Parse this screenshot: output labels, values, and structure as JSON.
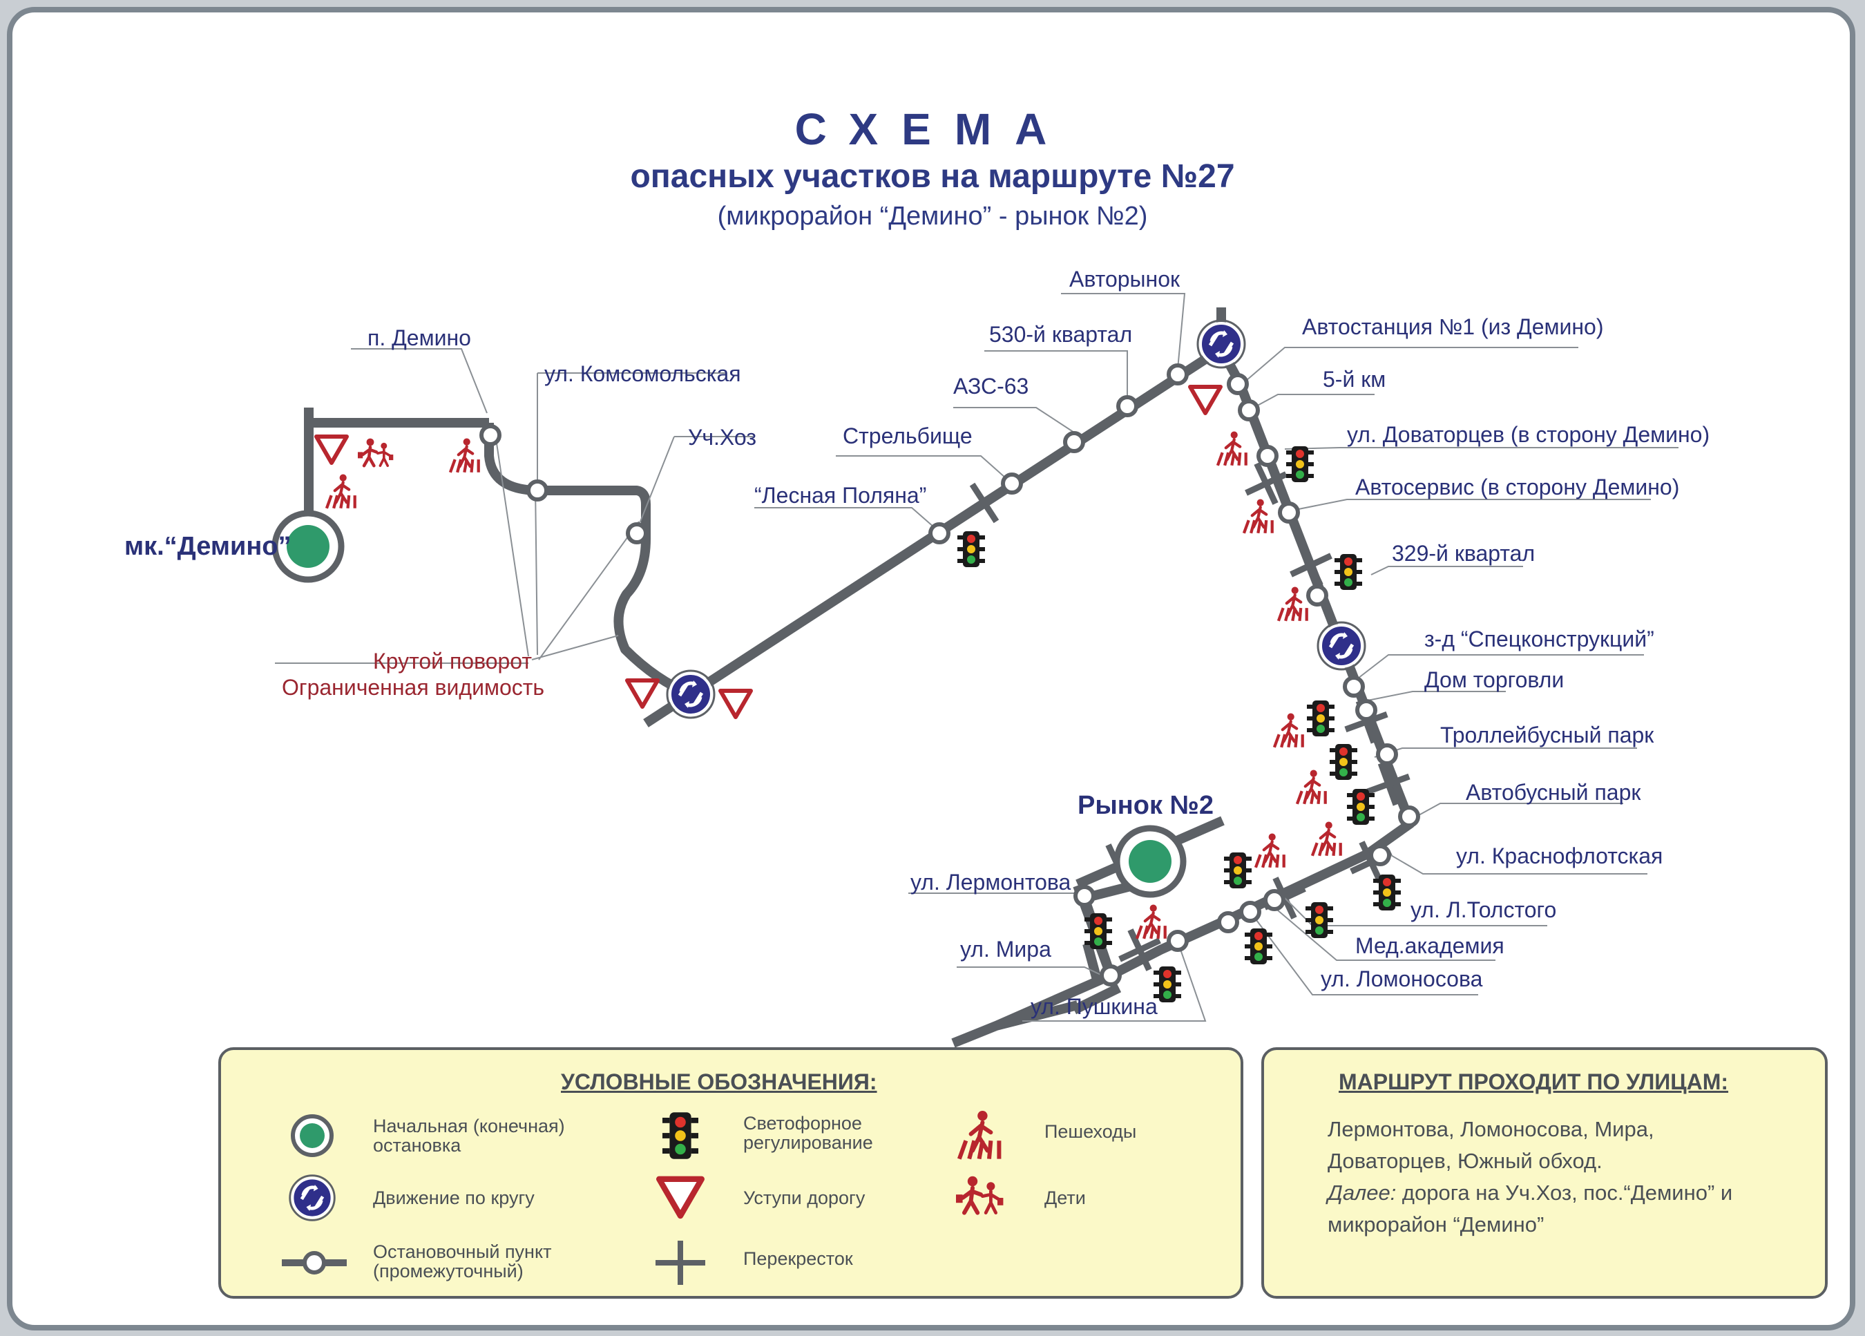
{
  "title": {
    "main": "СХЕМА",
    "sub": "опасных участков на маршруте №27",
    "sub2": "(микрорайон “Демино” - рынок №2)"
  },
  "colors": {
    "road": "#5d6166",
    "label_blue": "#2a3178",
    "label_red": "#9a2630",
    "terminal_green": "#2f9a6b",
    "roundabout_blue": "#2f2f8a",
    "warning_red": "#b8262e",
    "legend_bg": "#fbf9c8"
  },
  "terminals": {
    "demino": "мк.“Демино”",
    "rynok": "Рынок №2"
  },
  "stops": {
    "p_demino": "п. Демино",
    "komsomolskaya": "ул. Комсомольская",
    "uchhoz": "Уч.Хоз",
    "lesnaya": "“Лесная Поляна”",
    "strelbishche": "Стрельбище",
    "azs": "АЗС-63",
    "kv530": "530-й квартал",
    "avtorynok": "Авторынок",
    "avtostanciya": "Автостанция №1 (из Демино)",
    "km5": "5-й км",
    "dovatorcev": "ул. Доваторцев (в сторону Демино)",
    "avtoservis": "Автосервис (в сторону Демино)",
    "kv329": "329-й квартал",
    "specstroy": "з-д “Спецконструкций”",
    "dom_torgovli": "Дом торговли",
    "trolleybus": "Троллейбусный парк",
    "bus_park": "Автобусный парк",
    "krasnoflotskaya": "ул. Краснофлотская",
    "tolstogo": "ул. Л.Толстого",
    "med_akademiya": "Мед.академия",
    "lomonosova": "ул. Ломоносова",
    "lermontova": "ул. Лермонтова",
    "mira": "ул. Мира",
    "pushkina": "ул. Пушкина"
  },
  "hazards": {
    "steep_turn": "Крутой поворот",
    "limited_visibility": "Ограниченная видимость"
  },
  "legend": {
    "title": "УСЛОВНЫЕ ОБОЗНАЧЕНИЯ:",
    "terminal_l1": "Начальная (конечная)",
    "terminal_l2": "остановка",
    "roundabout": "Движение по кругу",
    "stop_l1": "Остановочный пункт",
    "stop_l2": "(промежуточный)",
    "traffic_light_l1": "Светофорное",
    "traffic_light_l2": "регулирование",
    "yield": "Уступи дорогу",
    "crossroad": "Перекресток",
    "pedestrians": "Пешеходы",
    "children": "Дети"
  },
  "route": {
    "title": "МАРШРУТ ПРОХОДИТ ПО УЛИЦАМ:",
    "line1": "Лермонтова, Ломоносова, Мира,",
    "line2": "Доваторцев, Южный обход.",
    "line3_em": "Далее:",
    "line3": " дорога на Уч.Хоз, пос.“Демино” и",
    "line4": "микрорайон “Демино”"
  }
}
